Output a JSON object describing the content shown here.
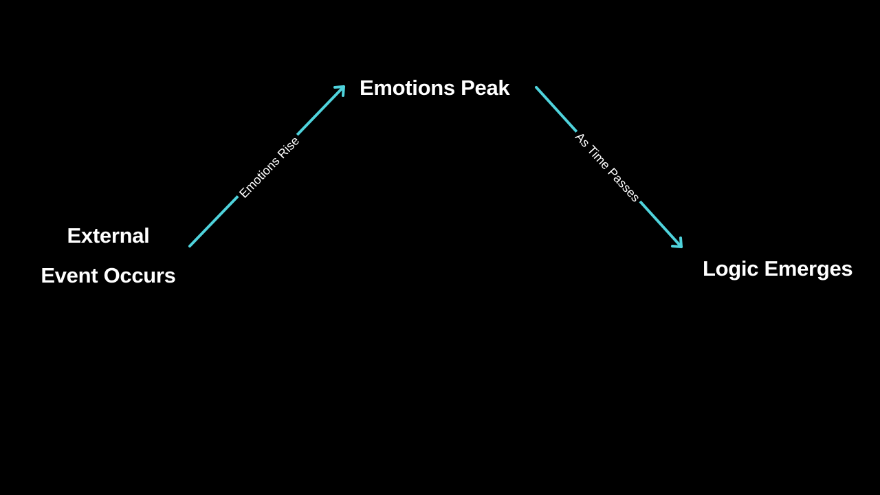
{
  "nodes": {
    "start_line1": "External",
    "start_line2": "Event Occurs",
    "peak": "Emotions Peak",
    "end": "Logic Emerges"
  },
  "edges": {
    "rise_label": "Emotions Rise",
    "fall_label": "As Time Passes"
  },
  "colors": {
    "arrow": "#4fd3dc",
    "text": "#ffffff",
    "background": "#000000"
  }
}
